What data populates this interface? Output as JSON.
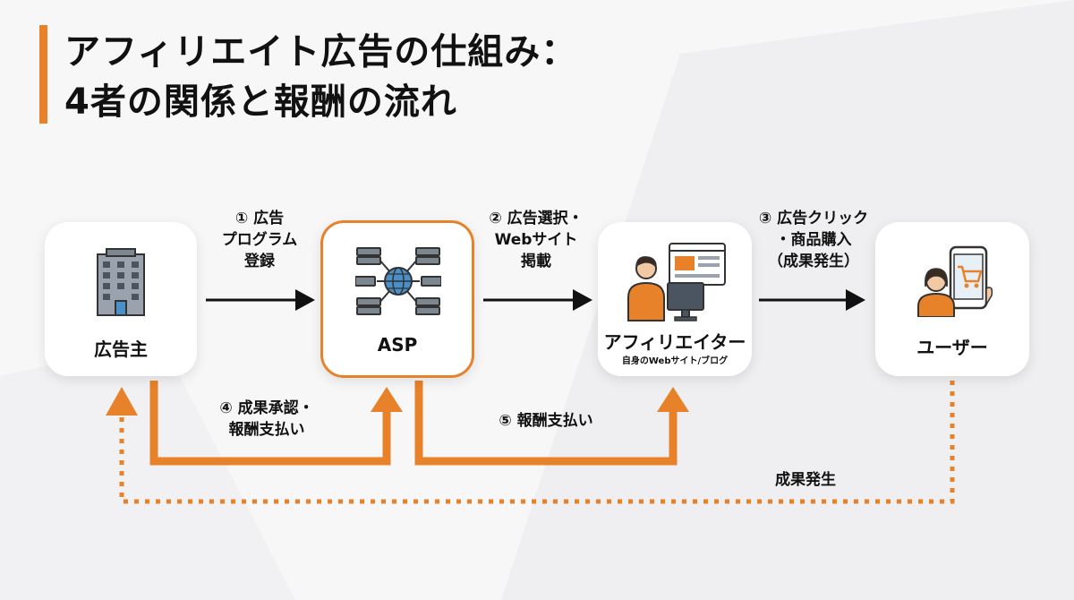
{
  "title": {
    "line1": "アフィリエイト広告の仕組み：",
    "line2": "4者の関係と報酬の流れ"
  },
  "actors": {
    "advertiser": {
      "label": "広告主",
      "icon": "office-building-icon"
    },
    "asp": {
      "label": "ASP",
      "icon": "network-server-icon"
    },
    "affiliate": {
      "label": "アフィリエイター",
      "sub": "自身のWebサイト/ブログ",
      "icon": "person-computer-icon"
    },
    "user": {
      "label": "ユーザー",
      "icon": "person-smartphone-shopping-icon"
    }
  },
  "steps": {
    "s1": {
      "l1": "① 広告",
      "l2": "プログラム",
      "l3": "登録"
    },
    "s2": {
      "l1": "② 広告選択・",
      "l2": "Webサイト",
      "l3": "掲載"
    },
    "s3": {
      "l1": "③ 広告クリック",
      "l2": "・商品購入",
      "l3": "（成果発生）"
    },
    "s4": {
      "l1": "④ 成果承認・",
      "l2": "報酬支払い"
    },
    "s5": {
      "l1": "⑤ 報酬支払い"
    },
    "outcome": {
      "l1": "成果発生"
    }
  },
  "colors": {
    "accent": "#e8822a",
    "text": "#111111",
    "card": "#ffffff",
    "background": "#f7f7f8"
  }
}
